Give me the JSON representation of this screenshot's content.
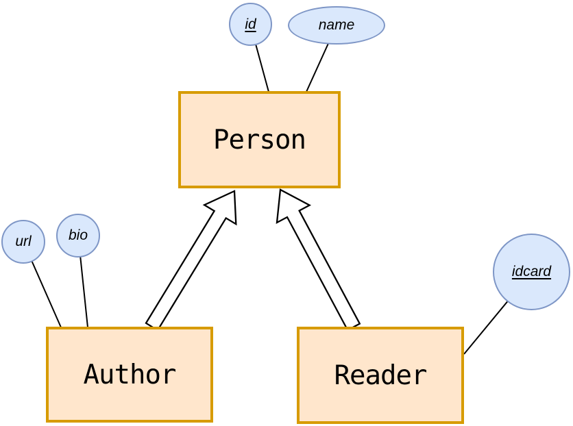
{
  "diagram": {
    "kind": "entity-relationship-diagram",
    "entities": [
      {
        "id": "person",
        "label": "Person"
      },
      {
        "id": "author",
        "label": "Author"
      },
      {
        "id": "reader",
        "label": "Reader"
      }
    ],
    "attributes": [
      {
        "id": "id",
        "label": "id",
        "key": true,
        "entity": "person"
      },
      {
        "id": "name",
        "label": "name",
        "key": false,
        "entity": "person"
      },
      {
        "id": "url",
        "label": "url",
        "key": false,
        "entity": "author"
      },
      {
        "id": "bio",
        "label": "bio",
        "key": false,
        "entity": "author"
      },
      {
        "id": "idcard",
        "label": "idcard",
        "key": true,
        "entity": "reader"
      }
    ],
    "relationships": [
      {
        "type": "isa-generalization",
        "from": "author",
        "to": "person"
      },
      {
        "type": "isa-generalization",
        "from": "reader",
        "to": "person"
      }
    ],
    "colors": {
      "background": "#ffffff",
      "entity_fill": "#ffe6cc",
      "entity_stroke": "#d79b00",
      "attribute_fill": "#dae8fc",
      "attribute_stroke": "#7e96c6",
      "connector": "#000000",
      "isa_arrow_fill": "#ffffff",
      "isa_arrow_stroke": "#000000",
      "text": "#000000"
    }
  }
}
